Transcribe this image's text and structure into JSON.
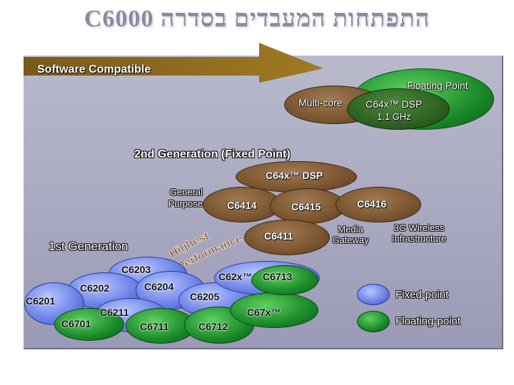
{
  "title": "C6000 התפתחות המעבדים בסדרה",
  "banner": "Software Compatible",
  "colors": {
    "green": "#1a8a2a",
    "blue": "#6f84e8",
    "brown": "#7a5530",
    "arrow": "#8e6a1c",
    "panel": "#a8a8c0"
  },
  "top_group": {
    "floating_point": "Floating Point",
    "multi_core": "Multi-core",
    "c64x_dsp": "C64x™ DSP",
    "ghz": "1.1 GHz"
  },
  "second_gen": {
    "label": "2nd Generation (Fixed Point)",
    "family": "C64x™ DSP",
    "general_purpose": "General Purpose",
    "chips": [
      "C6414",
      "C6415",
      "C6416",
      "C6411"
    ],
    "media_gateway": "Media Gateway",
    "wireless": "3G Wireless Infrastructure"
  },
  "first_gen": {
    "label": "1st Generation",
    "chips": [
      "C6203",
      "C6202",
      "C6204",
      "C6205",
      "C6201",
      "C6211",
      "C6701",
      "C6711",
      "C6712",
      "C6713"
    ],
    "c62x": "C62x™",
    "c67x": "C67x™"
  },
  "highest_performance": "Highest Performance",
  "legend": {
    "fixed": "Fixed-point",
    "floating": "Floating-point"
  }
}
